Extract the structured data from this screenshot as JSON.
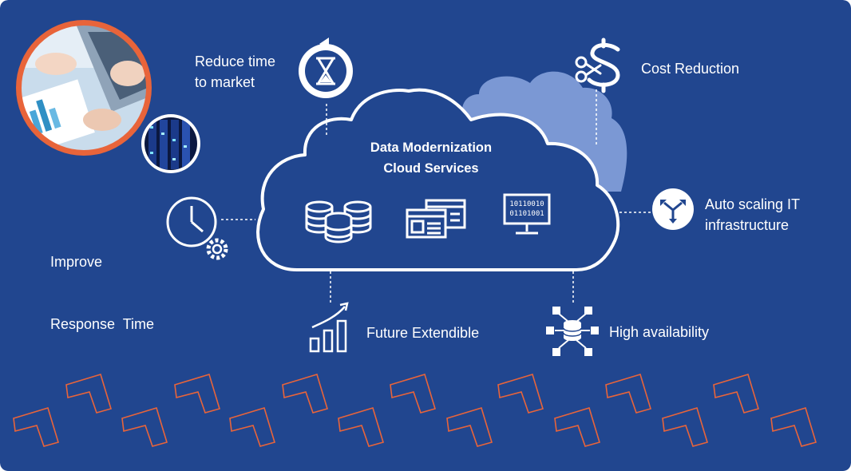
{
  "colors": {
    "background": "#21468f",
    "accent": "#e8643a",
    "cloud_back": "#7b98d4",
    "line": "#ffffff"
  },
  "cloud": {
    "title_line1": "Data Modernization",
    "title_line2": "Cloud Services",
    "icons": [
      "database-icon",
      "application-windows-icon",
      "binary-monitor-icon"
    ]
  },
  "benefits": {
    "reduce_time": {
      "line1": "Reduce time",
      "line2": "to market",
      "icon": "hourglass-clock-icon"
    },
    "cost_reduction": {
      "label": "Cost Reduction",
      "icon": "dollar-cut-icon"
    },
    "auto_scaling": {
      "line1": "Auto scaling IT",
      "line2": "infrastructure",
      "icon": "scaling-arrows-icon"
    },
    "improve_response": {
      "line1": "Improve",
      "line2": "Response  Time",
      "icon": "clock-gear-icon"
    },
    "future_extendible": {
      "label": "Future Extendible",
      "icon": "growth-chart-icon"
    },
    "high_availability": {
      "label": "High availability",
      "icon": "network-database-icon"
    }
  },
  "decorations": {
    "photo": "business-analytics-photo",
    "server_photo": "server-room-photo",
    "chevrons": "chevron-pattern"
  }
}
